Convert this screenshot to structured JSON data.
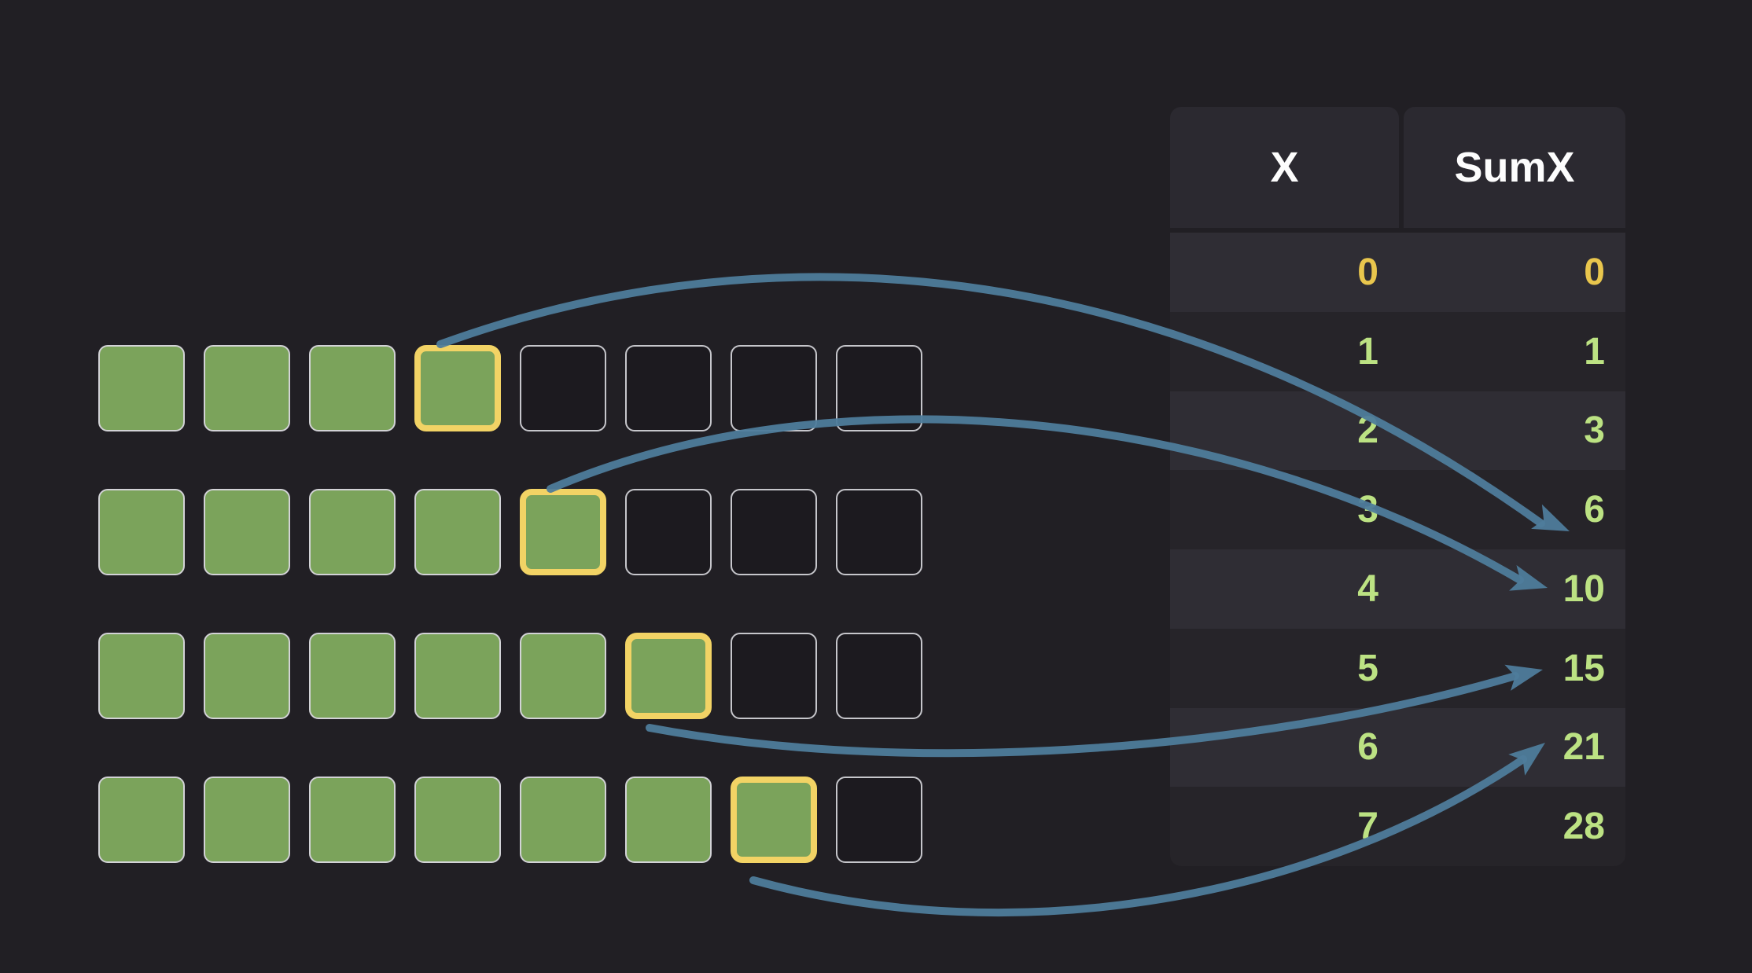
{
  "table": {
    "headers": [
      "X",
      "SumX"
    ],
    "rows": [
      {
        "x": "0",
        "sum": "0",
        "tone": "yellow"
      },
      {
        "x": "1",
        "sum": "1",
        "tone": "green"
      },
      {
        "x": "2",
        "sum": "3",
        "tone": "green"
      },
      {
        "x": "3",
        "sum": "6",
        "tone": "green"
      },
      {
        "x": "4",
        "sum": "10",
        "tone": "green"
      },
      {
        "x": "5",
        "sum": "15",
        "tone": "green"
      },
      {
        "x": "6",
        "sum": "21",
        "tone": "green"
      },
      {
        "x": "7",
        "sum": "28",
        "tone": "green"
      }
    ]
  },
  "grid": {
    "rows": [
      {
        "filled": 4,
        "total": 8
      },
      {
        "filled": 5,
        "total": 8
      },
      {
        "filled": 6,
        "total": 8
      },
      {
        "filled": 7,
        "total": 8
      }
    ],
    "highlight_last_filled": true
  },
  "arrows": [
    {
      "from_row": 0,
      "points_to_sum": "6"
    },
    {
      "from_row": 1,
      "points_to_sum": "10"
    },
    {
      "from_row": 2,
      "points_to_sum": "15"
    },
    {
      "from_row": 3,
      "points_to_sum": "21"
    }
  ],
  "colors": {
    "background": "#211f24",
    "square_green": "#7ba35b",
    "square_border": "#d2d2d6",
    "empty_fill": "#1c1a1f",
    "highlight_yellow": "#f2d365",
    "arrow_blue": "#4e7c9b",
    "value_yellow": "#e9c64d",
    "value_green": "#bce283",
    "header_text": "#fdfdfd",
    "table_header_bg": "#2b2930",
    "row_light": "#2f2d34",
    "row_dark": "#262429"
  }
}
